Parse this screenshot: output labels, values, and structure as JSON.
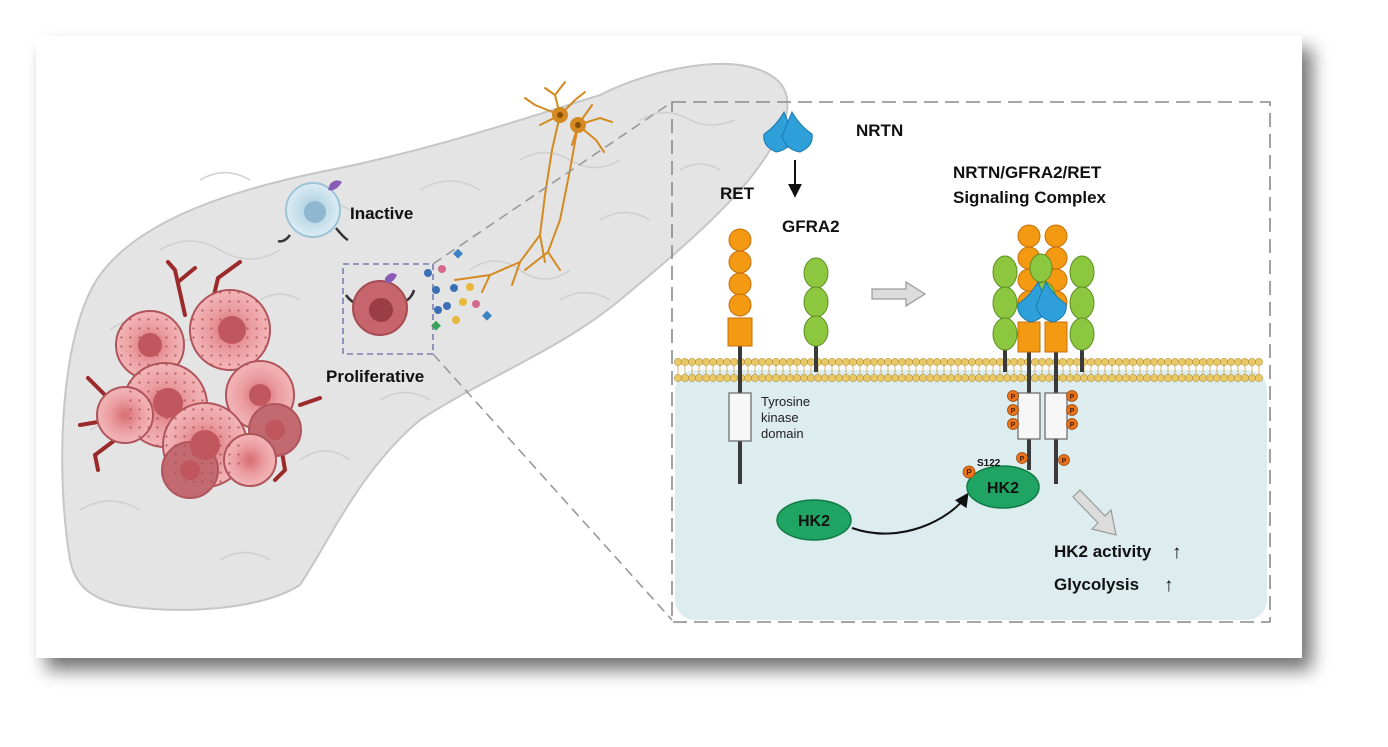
{
  "labels": {
    "inactive": "Inactive",
    "proliferative": "Proliferative",
    "nrtn": "NRTN",
    "ret": "RET",
    "gfra2": "GFRA2",
    "complex_line1": "NRTN/GFRA2/RET",
    "complex_line2": "Signaling Complex",
    "tk_line1": "Tyrosine",
    "tk_line2": "kinase",
    "tk_line3": "domain",
    "phospho": "P",
    "s122": "S122",
    "hk2": "HK2",
    "hk2_activity": "HK2 activity",
    "glycolysis": "Glycolysis",
    "up_arrow": "↑"
  },
  "colors": {
    "pancreas": "#e3e3e3",
    "pancreas_outline": "#bdbdbd",
    "tumor": "#e58a8d",
    "tumor_dark": "#b8565c",
    "vessel": "#9c2a2a",
    "neuron": "#d48a20",
    "ret_domain": "#f39a12",
    "gfra2_domain": "#8dc63f",
    "nrtn": "#2e9fd9",
    "cytoplasm": "#dcecef",
    "membrane": "#e8c867",
    "hk2": "#1fa463",
    "phospho": "#e8731a"
  },
  "icons": [
    "stellate-cell-icon",
    "neuron-icon",
    "nrtn-dimer-icon",
    "membrane-icon"
  ]
}
